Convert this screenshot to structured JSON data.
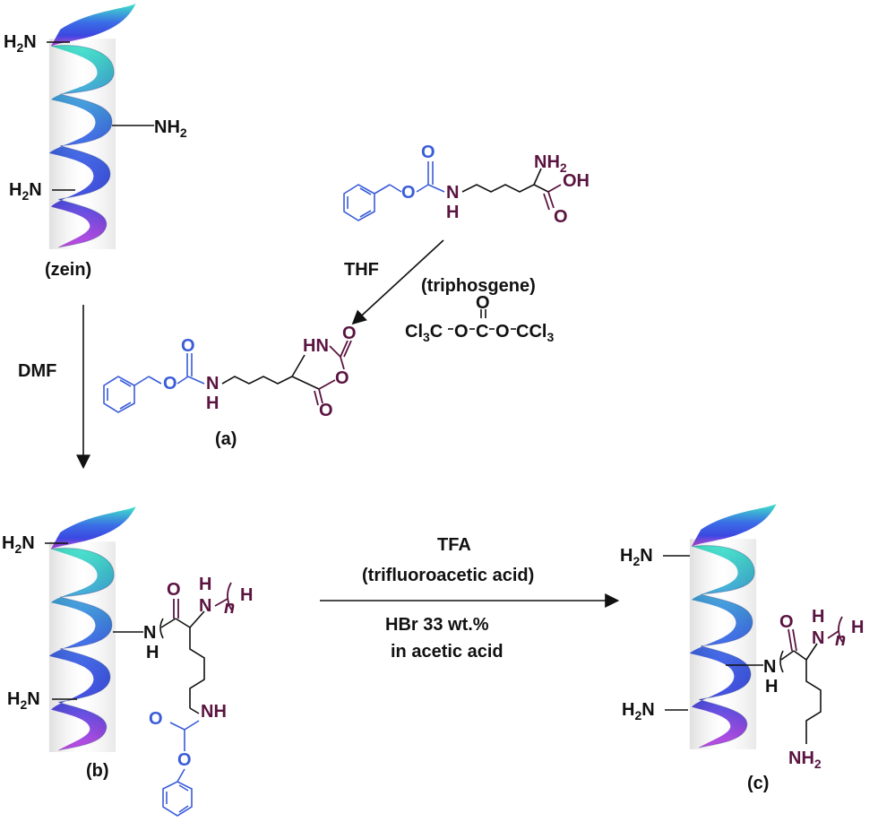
{
  "colors": {
    "helix_top": "#3fe3c8",
    "helix_mid": "#3b48e0",
    "helix_bottom": "#c042e0",
    "maroon": "#5a1440",
    "blue": "#3a5cd8",
    "black": "#111111"
  },
  "labels": {
    "zein": "(zein)",
    "a": "(a)",
    "b": "(b)",
    "c": "(c)"
  },
  "reagents": {
    "thf": "THF",
    "dmf": "DMF",
    "triphosgene": "(triphosgene)",
    "tfa": "TFA",
    "tfa_full": "(trifluoroacetic acid)",
    "hbr_line1": "HBr 33 wt.%",
    "hbr_line2": "in acetic acid"
  },
  "atoms": {
    "nh2": "NH2",
    "h2n": "H2N",
    "oh": "OH",
    "o": "O",
    "n": "N",
    "h": "H",
    "hn": "HN",
    "nh": "NH",
    "n_sub": "n",
    "ccl3_left": "Cl3C",
    "ccl3_right": "CCl3",
    "c": "C"
  }
}
